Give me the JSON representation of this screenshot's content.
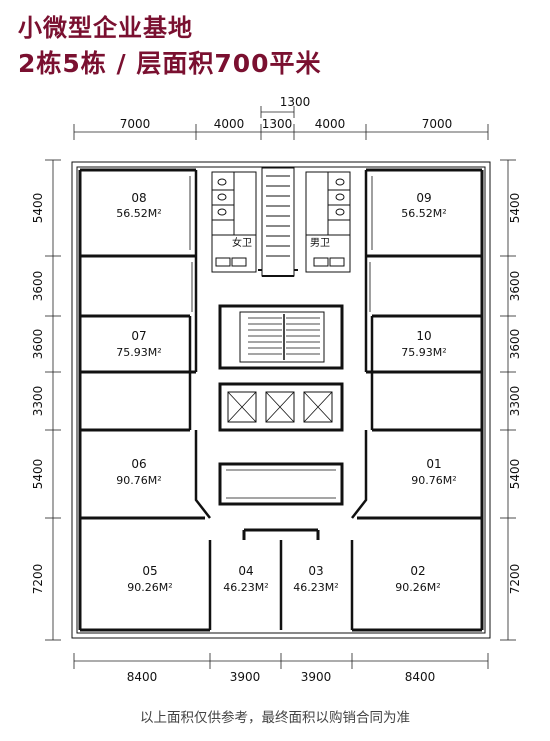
{
  "title": "小微型企业基地",
  "subtitle": "2栋5栋 / 层面积700平米",
  "footer": "以上面积仅供参考，最终面积以购销合同为准",
  "dimensions": {
    "top_overall": "1300",
    "top": [
      "7000",
      "4000",
      "1300",
      "4000",
      "7000"
    ],
    "bottom": [
      "8400",
      "3900",
      "3900",
      "8400"
    ],
    "left": [
      "5400",
      "3600",
      "3600",
      "3300",
      "5400",
      "7200"
    ],
    "right": [
      "5400",
      "3600",
      "3600",
      "3300",
      "5400",
      "7200"
    ]
  },
  "rooms": [
    {
      "id": "08",
      "area": "56.52M²"
    },
    {
      "id": "09",
      "area": "56.52M²"
    },
    {
      "id": "07",
      "area": "75.93M²"
    },
    {
      "id": "10",
      "area": "75.93M²"
    },
    {
      "id": "06",
      "area": "90.76M²"
    },
    {
      "id": "01",
      "area": "90.76M²"
    },
    {
      "id": "05",
      "area": "90.26M²"
    },
    {
      "id": "04",
      "area": "46.23M²"
    },
    {
      "id": "03",
      "area": "46.23M²"
    },
    {
      "id": "02",
      "area": "90.26M²"
    }
  ],
  "toilets": {
    "female": "女卫",
    "male": "男卫"
  },
  "colors": {
    "title": "#7a1030",
    "lines": "#111111"
  }
}
